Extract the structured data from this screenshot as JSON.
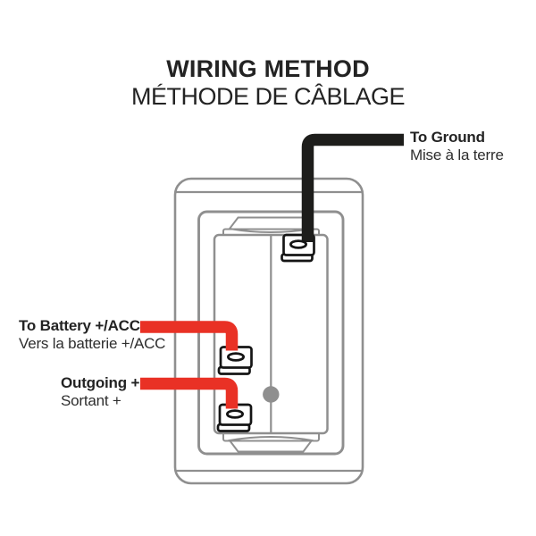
{
  "title": {
    "en": "WIRING METHOD",
    "fr": "MÉTHODE DE CÂBLAGE"
  },
  "labels": {
    "ground": {
      "en": "To Ground",
      "fr": "Mise à la terre"
    },
    "battery": {
      "en": "To Battery +/ACC",
      "fr": "Vers la batterie +/ACC"
    },
    "outgoing": {
      "en": "Outgoing +",
      "fr": "Sortant +"
    }
  },
  "diagram": {
    "device": "rocker-switch-rear-view",
    "terminals": [
      {
        "name": "ground",
        "wire_color": "black",
        "position": "top-right"
      },
      {
        "name": "battery",
        "wire_color": "red",
        "position": "middle-left"
      },
      {
        "name": "outgoing",
        "wire_color": "red",
        "position": "bottom-left"
      }
    ]
  },
  "colors": {
    "wire_red": "#e93125",
    "wire_black": "#1d1d1b",
    "switch_outline": "#8f8f8f",
    "terminal_outline": "#151515",
    "text": "#232323",
    "background": "#ffffff"
  }
}
